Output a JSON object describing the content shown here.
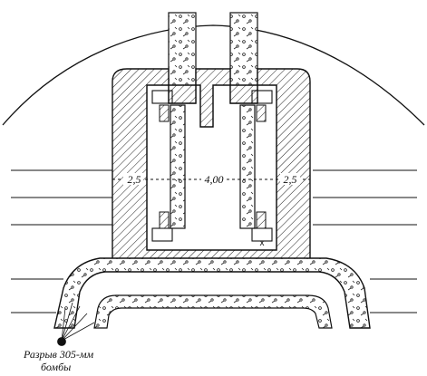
{
  "dimensions": {
    "left": "2,5",
    "center": "4,00",
    "right": "2,5"
  },
  "marker": "x",
  "caption": {
    "line1": "Разрыв 305-мм",
    "line2": "бомбы"
  }
}
